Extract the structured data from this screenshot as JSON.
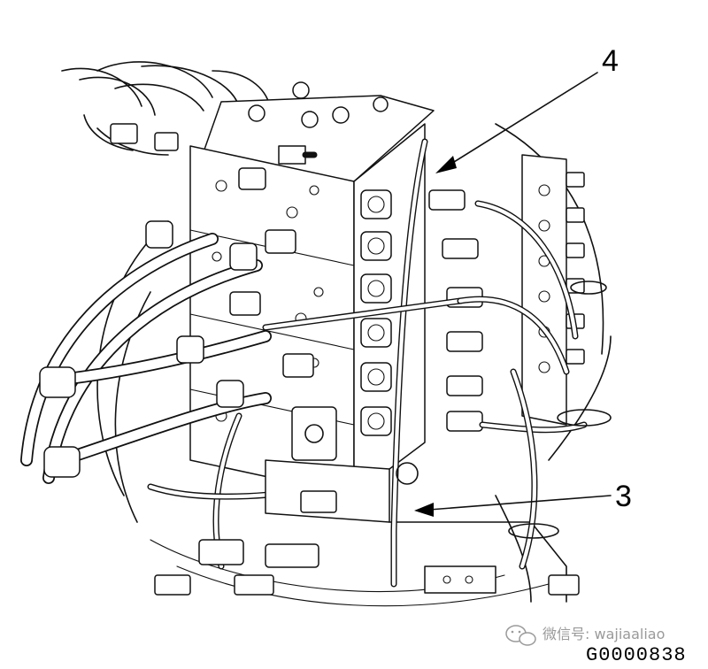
{
  "figure": {
    "callouts": [
      {
        "id": "callout-4",
        "label": "4"
      },
      {
        "id": "callout-3",
        "label": "3"
      }
    ],
    "figure_code": "G0000838",
    "watermark": {
      "icon": "wechat-icon",
      "text": "微信号: wajiaaliao"
    },
    "colors": {
      "line": "#111111",
      "background": "#ffffff",
      "watermark": "#9a9a9a"
    }
  }
}
